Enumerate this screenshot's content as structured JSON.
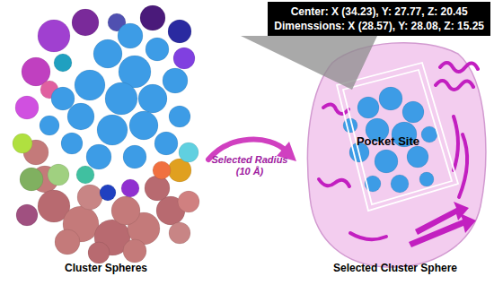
{
  "diagram": {
    "nodes": [
      {
        "text": [
          "Center: X (34.23), Y: 27.77, Z: 20.45",
          "Dimenssions: X (28.57), Y: 28.08, Z: 15.25"
        ]
      }
    ],
    "labels": [
      "Cluster Spheres",
      "Selected Radius (10 Å)",
      "Pocket Site",
      "Selected Cluster Sphere"
    ]
  }
}
